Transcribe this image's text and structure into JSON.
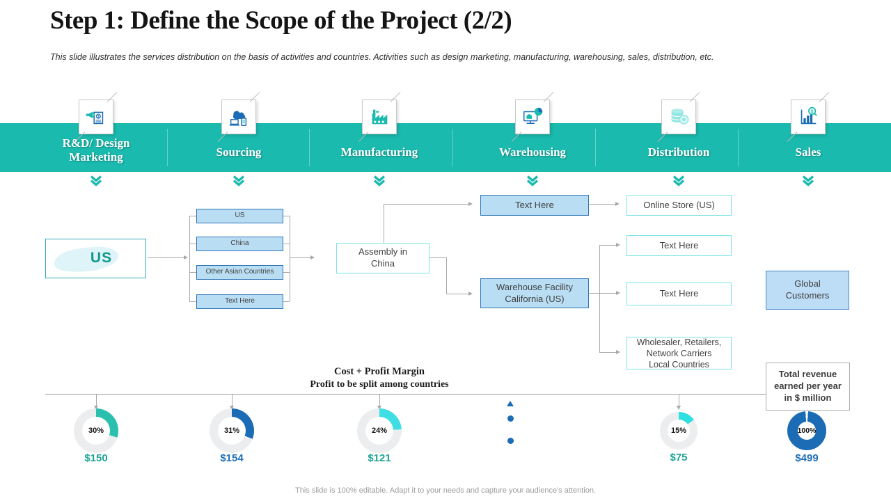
{
  "slide": {
    "title": "Step 1: Define the Scope of the Project (2/2)",
    "subtitle": "This slide illustrates the services distribution on the basis of activities and countries. Activities such as design marketing, manufacturing, warehousing, sales, distribution, etc.",
    "footer": "This slide is 100% editable.  Adapt it to your needs and capture your audience's attention."
  },
  "colors": {
    "band_teal": "#1ABAAE",
    "box_blue_fill": "#B9DDF3",
    "box_blue_border": "#2E75B6",
    "box_cyan_border": "#7AE4E9",
    "accent_blue": "#1B6CB5",
    "accent_teal": "#1FA396",
    "connector_gray": "#A8A8A8",
    "donut_track": "#ECEDEF"
  },
  "columns": [
    {
      "label": "R&D/ Design\nMarketing",
      "icon": "marketing-icon"
    },
    {
      "label": "Sourcing",
      "icon": "sourcing-icon"
    },
    {
      "label": "Manufacturing",
      "icon": "manufacturing-icon"
    },
    {
      "label": "Warehousing",
      "icon": "warehousing-icon"
    },
    {
      "label": "Distribution",
      "icon": "distribution-icon"
    },
    {
      "label": "Sales",
      "icon": "sales-icon"
    }
  ],
  "flow": {
    "us_label": "US",
    "sourcing_items": [
      "US",
      "China",
      "Other Asian Countries",
      "Text Here"
    ],
    "assembly": "Assembly in\nChina",
    "warehouse_top": "Text Here",
    "warehouse_main": "Warehouse Facility\nCalifornia (US)",
    "distribution_items": [
      "Online Store (US)",
      "Text Here",
      "Text Here",
      "Wholesaler, Retailers,\nNetwork Carriers\nLocal Countries"
    ],
    "global_customers": "Global\nCustomers",
    "total_revenue_note": "Total revenue\nearned per year\nin $ million"
  },
  "caption": {
    "line1": "Cost + Profit Margin",
    "line2": "Profit to be split among countries"
  },
  "chart_data": {
    "type": "pie",
    "subtype": "donut-set",
    "title": "Cost + Profit Margin — Profit to be split among countries",
    "donuts": [
      {
        "column": "R&D/ Design Marketing",
        "pct": 30,
        "pct_label": "30%",
        "value_label": "$150",
        "color": "#2BBFAE",
        "value_color": "#1FA396"
      },
      {
        "column": "Sourcing",
        "pct": 31,
        "pct_label": "31%",
        "value_label": "$154",
        "color": "#1B6CB5",
        "value_color": "#1E6FB8"
      },
      {
        "column": "Manufacturing",
        "pct": 24,
        "pct_label": "24%",
        "value_label": "$121",
        "color": "#3FDDE4",
        "value_color": "#1FA396"
      },
      {
        "column": "Distribution",
        "pct": 15,
        "pct_label": "15%",
        "value_label": "$75",
        "color": "#2EDFE2",
        "value_color": "#1FA396"
      },
      {
        "column": "Sales",
        "pct": 100,
        "pct_label": "100%",
        "value_label": "$499",
        "color": "#1B6CB5",
        "value_color": "#1E6FB8"
      }
    ]
  }
}
